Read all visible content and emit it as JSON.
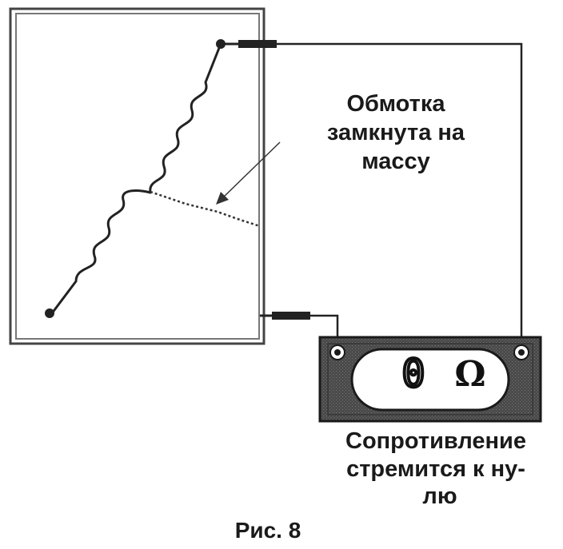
{
  "diagram": {
    "annotation": {
      "line1": "Обмотка",
      "line2": "замкнута на",
      "line3": "массу"
    },
    "result": {
      "line1": "Сопротивление",
      "line2": "стремится к ну-",
      "line3": "лю"
    },
    "caption": "Рис. 8",
    "meter": {
      "value": "0",
      "unit": "Ω"
    }
  }
}
